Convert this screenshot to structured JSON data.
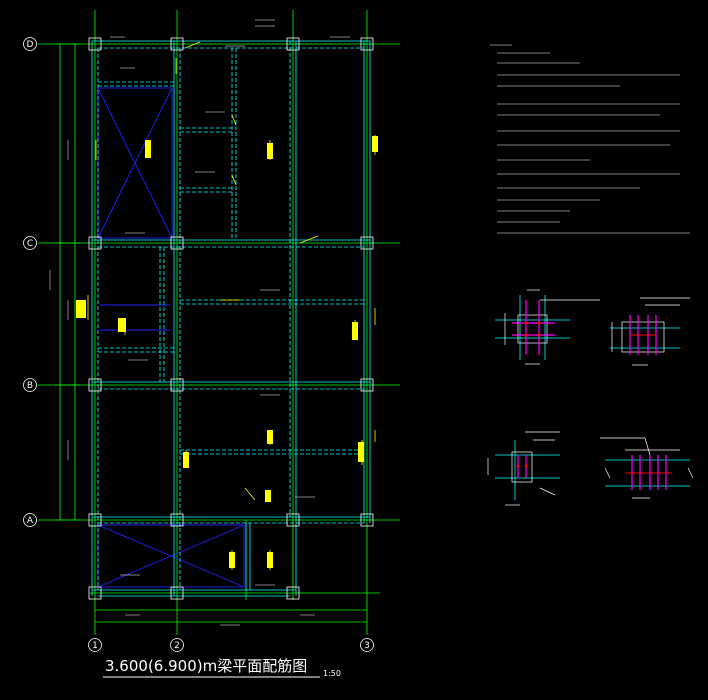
{
  "title": "3.600(6.900)m梁平面配筋图",
  "scale": "1:50",
  "axes": {
    "horizontal": [
      "1",
      "2",
      "3"
    ],
    "vertical": [
      "D",
      "C",
      "B",
      "A"
    ]
  },
  "colors": {
    "background": "#000000",
    "grid": "#00ff00",
    "beam": "#00ffff",
    "column": "#ffffff",
    "annotation": "#ffff00",
    "cross_brace": "#0000ff",
    "rebar": "#ff00ff",
    "rebar_alt": "#ff0000"
  }
}
